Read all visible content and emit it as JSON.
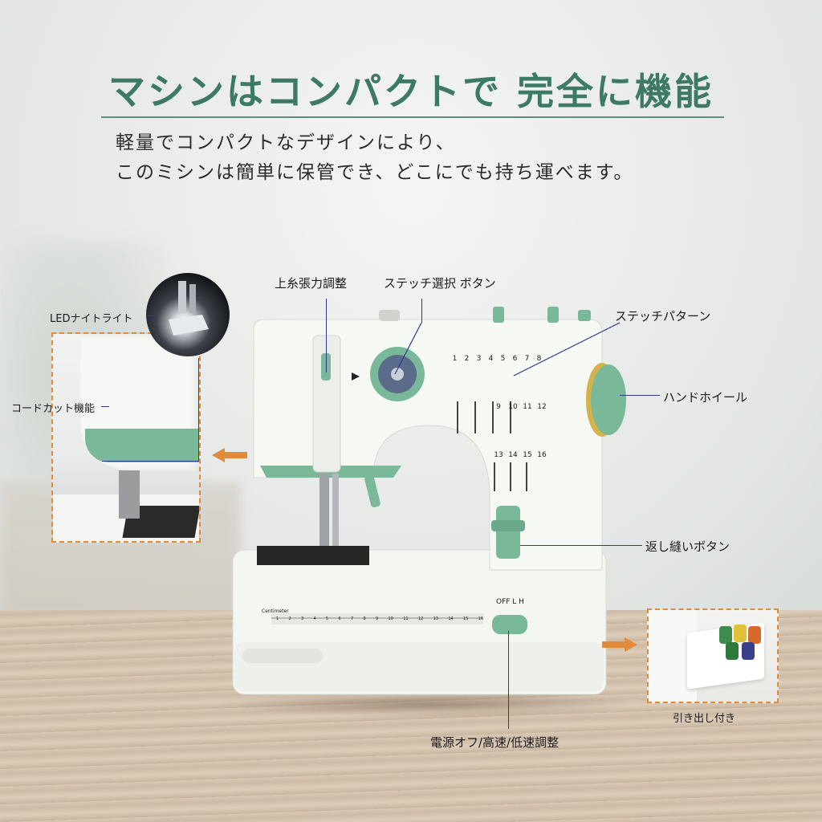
{
  "heading": {
    "title": "マシンはコンパクトで 完全に機能",
    "subtitle_lines": [
      "軽量でコンパクトなデザインにより、",
      "このミシンは簡単に保管でき、どこにでも持ち運べます。"
    ]
  },
  "callouts": {
    "upper_tension": "上糸張力調整",
    "stitch_select": "ステッチ選択 ボタン",
    "stitch_pattern": "ステッチパターン",
    "handwheel": "ハンドホイール",
    "reverse": "返し縫いボタン",
    "power": "電源オフ/高速/低速調整",
    "led": "LEDナイトライト",
    "cord_cut": "コードカット機能",
    "drawer": "引き出し付き"
  },
  "machine": {
    "pattern_numbers_row1": [
      "1",
      "2",
      "3",
      "4",
      "5",
      "6",
      "7",
      "8"
    ],
    "pattern_numbers_row2": [
      "9",
      "10",
      "11",
      "12"
    ],
    "pattern_numbers_row3": [
      "13",
      "14",
      "15",
      "16"
    ],
    "switch_labels": "OFF  L  H",
    "ruler_label": "Centimeter",
    "ruler_numbers": [
      "1",
      "2",
      "3",
      "4",
      "5",
      "6",
      "7",
      "8",
      "9",
      "10",
      "11",
      "12",
      "13",
      "14",
      "15",
      "16"
    ]
  },
  "colors": {
    "title_green": "#3d7a65",
    "machine_green": "#79b999",
    "callout_line": "#2e3a8c",
    "accent_orange": "#e08a3c"
  }
}
